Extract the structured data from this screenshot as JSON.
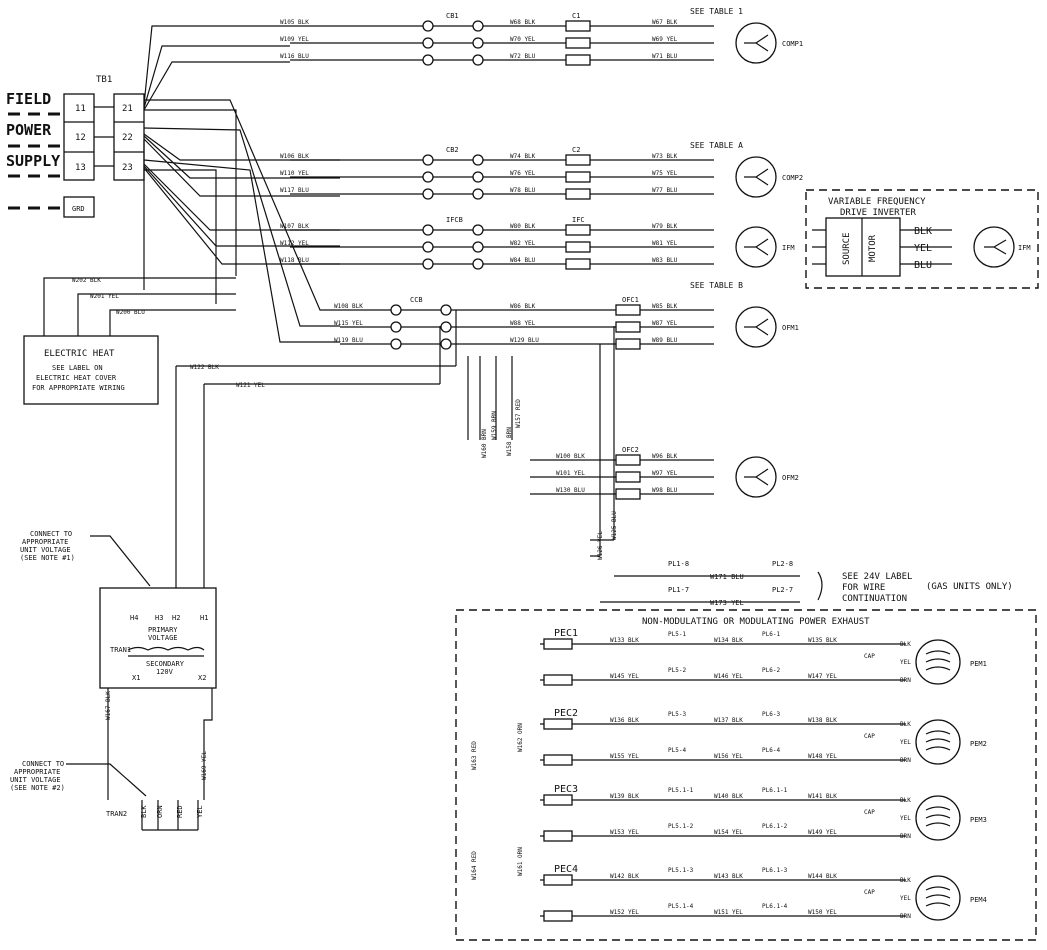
{
  "field_power_supply": {
    "labels": [
      "FIELD",
      "POWER",
      "SUPPLY"
    ],
    "tb1_label": "TB1",
    "terminals_left": [
      "11",
      "12",
      "13"
    ],
    "terminals_right": [
      "21",
      "22",
      "23"
    ],
    "ground": "GRD"
  },
  "motors": [
    {
      "name": "COMP1",
      "breaker": "CB1",
      "contactor": "C1",
      "note": "SEE TABLE 1",
      "wires_in": [
        "W105 BLK",
        "W109 YEL",
        "W116 BLU"
      ],
      "wires_mid": [
        "W68 BLK",
        "W70 YEL",
        "W72 BLU"
      ],
      "wires_out": [
        "W67 BLK",
        "W69 YEL",
        "W71 BLU"
      ]
    },
    {
      "name": "COMP2",
      "breaker": "CB2",
      "contactor": "C2",
      "note": "SEE TABLE A",
      "wires_in": [
        "W106 BLK",
        "W110 YEL",
        "W117 BLU"
      ],
      "wires_mid": [
        "W74 BLK",
        "W76 YEL",
        "W78 BLU"
      ],
      "wires_out": [
        "W73 BLK",
        "W75 YEL",
        "W77 BLU"
      ]
    },
    {
      "name": "IFM",
      "breaker": "IFCB",
      "contactor": "IFC",
      "note": "SEE TABLE B",
      "wires_in": [
        "W107 BLK",
        "W112 YEL",
        "W118 BLU"
      ],
      "wires_mid": [
        "W80 BLK",
        "W82 YEL",
        "W84 BLU"
      ],
      "wires_out": [
        "W79 BLK",
        "W81 YEL",
        "W83 BLU"
      ]
    },
    {
      "name": "OFM1",
      "breaker": "CCB",
      "contactor": "OFC1",
      "note": "",
      "wires_in": [
        "W108 BLK",
        "W115 YEL",
        "W119 BLU"
      ],
      "wires_mid": [
        "W86 BLK",
        "W88 YEL",
        "W129 BLU"
      ],
      "wires_out": [
        "W85 BLK",
        "W87 YEL",
        "W89 BLU"
      ]
    },
    {
      "name": "OFM2",
      "breaker": "",
      "contactor": "OFC2",
      "note": "",
      "wires_in": [
        "W100 BLK",
        "W101 YEL",
        "W130 BLU"
      ],
      "wires_mid": [],
      "wires_out": [
        "W96 BLK",
        "W97 YEL",
        "W98 BLU"
      ]
    }
  ],
  "vfd": {
    "title_line1": "VARIABLE FREQUENCY",
    "title_line2": "DRIVE INVERTER",
    "source": "SOURCE",
    "motor": "MOTOR",
    "leads": [
      "BLK",
      "YEL",
      "BLU"
    ],
    "motor_name": "IFM"
  },
  "electric_heat": {
    "title": "ELECTRIC HEAT",
    "note_lines": [
      "SEE LABEL ON",
      "ELECTRIC HEAT COVER",
      "FOR APPROPRIATE WIRING"
    ],
    "wires": [
      "W202 BLK",
      "W201 YEL",
      "W200 BLU"
    ]
  },
  "control_wires": {
    "w122": "W122 BLK",
    "w121": "W121 YEL",
    "vertical": [
      "W160 BRN",
      "W159 BRN",
      "W158 BRN",
      "W157 RED"
    ],
    "w126": "W126 YEL",
    "w125": "W125 BLU"
  },
  "plugs_24v": {
    "rows": [
      {
        "left": "PL1-8",
        "wire": "W171 BLU",
        "right": "PL2-8"
      },
      {
        "left": "PL1-7",
        "wire": "W173 YEL",
        "right": "PL2-7"
      }
    ],
    "note_lines": [
      "SEE 24V LABEL",
      "FOR WIRE",
      "CONTINUATION"
    ],
    "gas_note": "(GAS UNITS ONLY)"
  },
  "tran1": {
    "name": "TRAN1",
    "connect_note": [
      "CONNECT TO",
      "APPROPRIATE",
      "UNIT VOLTAGE",
      "(SEE NOTE #1)"
    ],
    "primary": [
      "PRIMARY",
      "VOLTAGE"
    ],
    "secondary": [
      "SECONDARY",
      "120V"
    ],
    "terminals": [
      "H4",
      "H3",
      "H2",
      "H1",
      "X1",
      "X2"
    ],
    "wires": [
      "W167 BLK",
      "W169 YEL"
    ]
  },
  "tran2": {
    "name": "TRAN2",
    "connect_note": [
      "CONNECT TO",
      "APPROPRIATE",
      "UNIT VOLTAGE",
      "(SEE NOTE #2)"
    ],
    "leads": [
      "BLK",
      "ORN",
      "RED",
      "YEL"
    ]
  },
  "power_exhaust": {
    "title": "NON-MODULATING OR MODULATING POWER EXHAUST",
    "side_wires": [
      "W163 RED",
      "W162 ORN",
      "W164 RED",
      "W161 ORN"
    ],
    "units": [
      {
        "pec": "PEC1",
        "motor": "PEM1",
        "top": {
          "w1": "W133 BLK",
          "pl5": "PL5-1",
          "w2": "W134 BLK",
          "pl6": "PL6-1",
          "w3": "W135 BLK",
          "lead": "BLK"
        },
        "bot": {
          "w1": "W145 YEL",
          "pl5": "PL5-2",
          "w2": "W146 YEL",
          "pl6": "PL6-2",
          "w3": "W147 YEL",
          "lead": "BRN"
        }
      },
      {
        "pec": "PEC2",
        "motor": "PEM2",
        "top": {
          "w1": "W136 BLK",
          "pl5": "PL5-3",
          "w2": "W137 BLK",
          "pl6": "PL6-3",
          "w3": "W138 BLK",
          "lead": "BLK"
        },
        "bot": {
          "w1": "W155 YEL",
          "pl5": "PL5-4",
          "w2": "W156 YEL",
          "pl6": "PL6-4",
          "w3": "W148 YEL",
          "lead": "BRN"
        }
      },
      {
        "pec": "PEC3",
        "motor": "PEM3",
        "top": {
          "w1": "W139 BLK",
          "pl5": "PL5.1-1",
          "w2": "W140 BLK",
          "pl6": "PL6.1-1",
          "w3": "W141 BLK",
          "lead": "BLK"
        },
        "bot": {
          "w1": "W153 YEL",
          "pl5": "PL5.1-2",
          "w2": "W154 YEL",
          "pl6": "PL6.1-2",
          "w3": "W149 YEL",
          "lead": "BRN"
        }
      },
      {
        "pec": "PEC4",
        "motor": "PEM4",
        "top": {
          "w1": "W142 BLK",
          "pl5": "PL5.1-3",
          "w2": "W143 BLK",
          "pl6": "PL6.1-3",
          "w3": "W144 BLK",
          "lead": "BLK"
        },
        "bot": {
          "w1": "W152 YEL",
          "pl5": "PL5.1-4",
          "w2": "W151 YEL",
          "pl6": "PL6.1-4",
          "w3": "W150 YEL",
          "lead": "BRN"
        }
      }
    ],
    "cap": "CAP",
    "yel": "YEL"
  }
}
